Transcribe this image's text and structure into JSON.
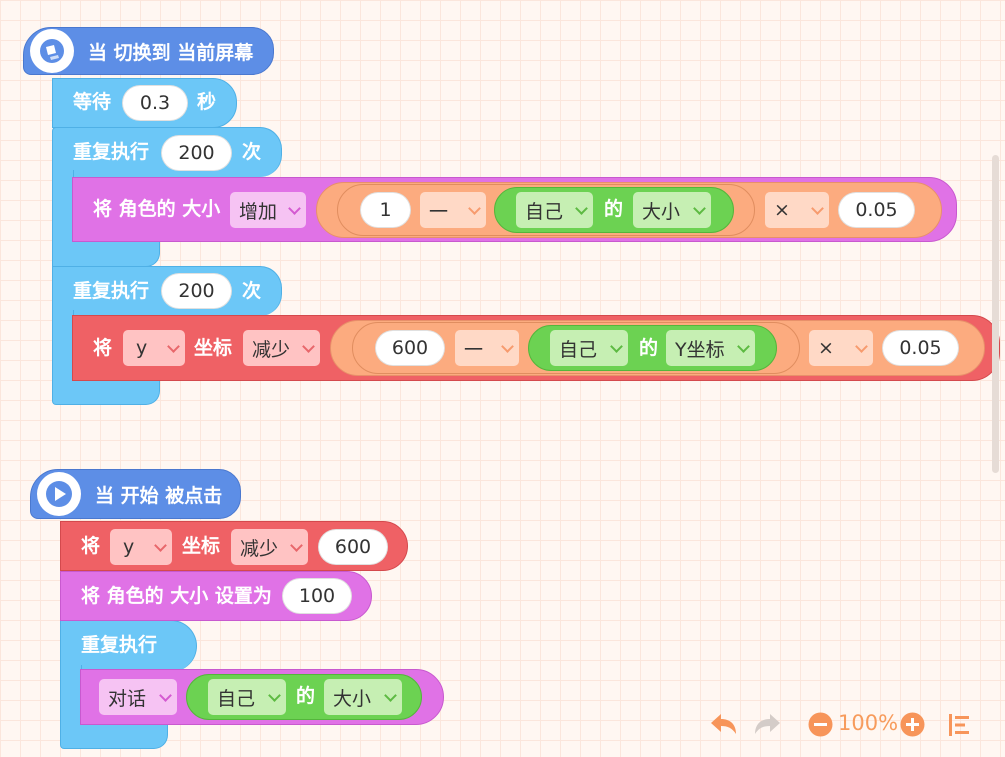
{
  "script1": {
    "hat_label": "当 切换到 当前屏幕",
    "wait": {
      "label": "等待",
      "value": "0.3",
      "unit": "秒"
    },
    "repeat1": {
      "label": "重复执行",
      "value": "200",
      "unit": "次"
    },
    "size_block": {
      "prefix": "将 角色的 大小",
      "op": "增加",
      "num1": "1",
      "minus": "一",
      "self": "自己",
      "of": "的",
      "prop": "大小",
      "times": "×",
      "factor": "0.05"
    },
    "repeat2": {
      "label": "重复执行",
      "value": "200",
      "unit": "次"
    },
    "y_block": {
      "prefix": "将",
      "axis": "y",
      "coord": "坐标",
      "op": "减少",
      "num1": "600",
      "minus": "一",
      "self": "自己",
      "of": "的",
      "prop": "Y坐标",
      "times": "×",
      "factor": "0.05"
    }
  },
  "script2": {
    "hat_label": "当 开始 被点击",
    "y_block": {
      "prefix": "将",
      "axis": "y",
      "coord": "坐标",
      "op": "减少",
      "value": "600"
    },
    "size_block": {
      "label": "将 角色的 大小 设置为",
      "value": "100"
    },
    "forever": {
      "label": "重复执行"
    },
    "say_block": {
      "op": "对话",
      "self": "自己",
      "of": "的",
      "prop": "大小"
    }
  },
  "toolbar": {
    "zoom": "100%",
    "undo": "undo-icon",
    "redo": "redo-icon",
    "zoom_out": "minus-icon",
    "zoom_in": "plus-icon",
    "tidy": "align-icon"
  },
  "colors": {
    "event": "#5d8ee6",
    "control": "#6cc7f7",
    "looks": "#e072e6",
    "motion": "#ef6165",
    "operator": "#fcab7f",
    "sensing": "#6cd252",
    "toolbar": "#f79b5c"
  }
}
